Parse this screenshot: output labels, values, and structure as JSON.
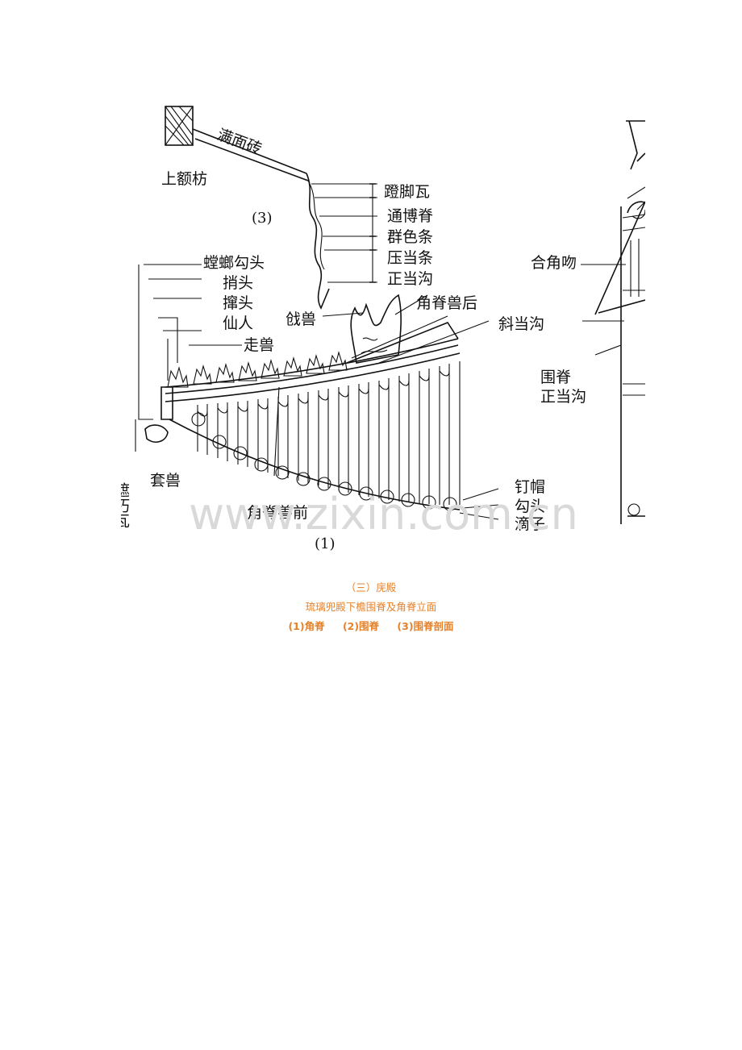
{
  "figure": {
    "part_labels": {
      "section": "(3)",
      "corner": "(1)"
    },
    "section_labels": {
      "beam": "上额枋",
      "brick": "满面砖",
      "l1": "蹬脚瓦",
      "l2": "通博脊",
      "l3": "群色条",
      "l4": "压当条",
      "l5": "正当沟"
    },
    "corner_labels": {
      "a1": "螳螂勾头",
      "a2": "捎头",
      "a3": "撺头",
      "a4": "仙人",
      "a5": "走兽",
      "beast": "戗兽",
      "rear": "角脊兽后",
      "front": "角脊兽前",
      "set": "套兽",
      "eave_tile": "遮朽瓦"
    },
    "side_labels": {
      "kiss": "合角吻",
      "slant": "斜当沟",
      "ridge": "围脊",
      "gutter": "正当沟",
      "nail": "钉帽",
      "hook": "勾头",
      "drip": "滴子"
    },
    "watermark": "www.zixin.com.cn"
  },
  "captions": {
    "line1": "（三）庑殿",
    "line2": "琉璃兜殿下檐围脊及角脊立面",
    "items": [
      "(1)角脊",
      "(2)围脊",
      "(3)围脊剖面"
    ]
  }
}
